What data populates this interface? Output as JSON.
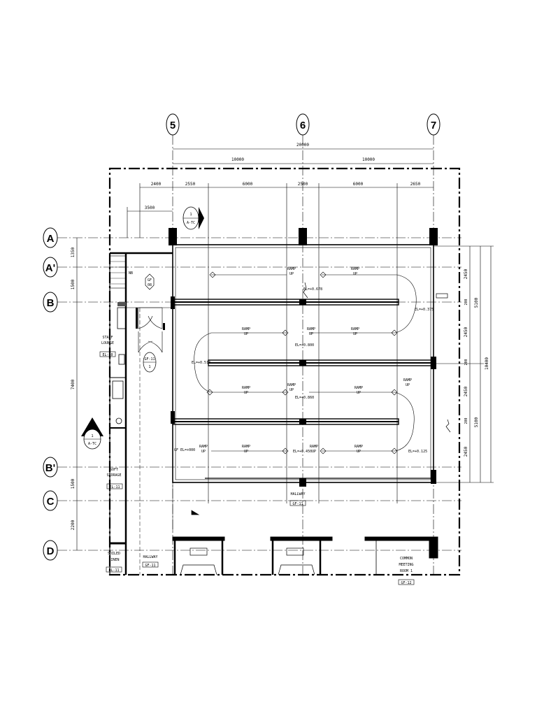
{
  "grid_columns": [
    "5",
    "6",
    "7"
  ],
  "grid_rows": [
    "A",
    "A'",
    "B",
    "B'",
    "C",
    "D"
  ],
  "dims_top": {
    "overall": "20000",
    "bays": [
      "10000",
      "10000"
    ],
    "subdivisions": [
      "2400",
      "2550",
      "6000",
      "2500",
      "6000",
      "2650"
    ],
    "offset": "3500"
  },
  "dims_left": [
    "1350",
    "1500",
    "7400",
    "1500",
    "2200"
  ],
  "dims_right_inner": [
    "2450",
    "200",
    "2450",
    "200",
    "2450",
    "200",
    "2450"
  ],
  "dims_right_mid": [
    "5100",
    "5100"
  ],
  "dims_right_outer": "10400",
  "ramps": {
    "label_line1": "RAMP",
    "label_line2": "UP"
  },
  "elevations": {
    "e1": "EL=+0.678",
    "e2": "EL=+0.375",
    "e3": "EL=+0.800",
    "e4": "EL=+0.513",
    "e5": "EL=+0.860",
    "gf": "GF EL=+000",
    "e6": "EL=+0.450",
    "e7": "EL=+0.125"
  },
  "rooms": {
    "staff_line1": "STAFF",
    "staff_line2": "LOUNGE",
    "staff_tag": "EL-10",
    "store_line1": "SOFT",
    "store_line2": "STORAGE",
    "store_tag": "EL-11",
    "linen_line1": "SOILED",
    "linen_line2": "LINEN",
    "linen_tag": "EL-11",
    "hallway_small": "HALLWAY",
    "hallway_small_tag": "GF-11",
    "hallway_main": "HALLWAY",
    "hallway_main_tag": "GF-11",
    "common_line1": "COMMON",
    "common_line2": "MEETING",
    "common_line3": "ROOM 1",
    "common_tag": "GF-12"
  },
  "markers": {
    "section_num": "1",
    "section_ref": "A-TC",
    "elev_num": "1",
    "elev_ref": "A-TC",
    "door_num": "GF",
    "door_ref": "08",
    "tag_num": "GF-11",
    "tag_sub": "1",
    "lift_label": "NB"
  }
}
